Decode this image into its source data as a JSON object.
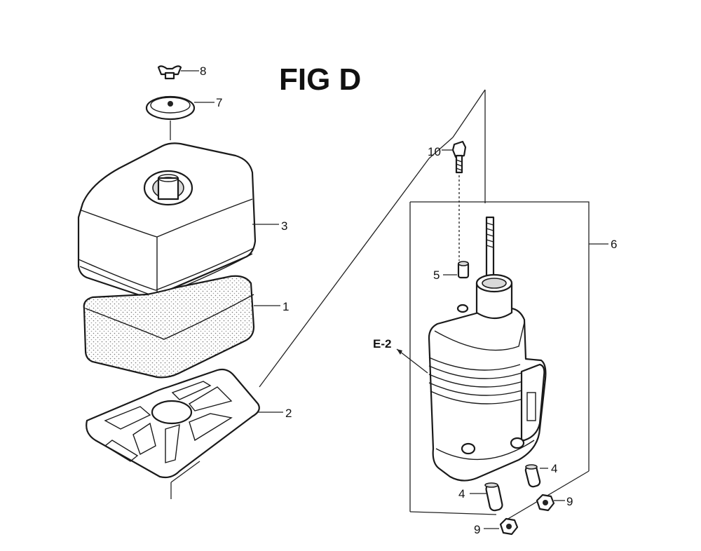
{
  "figure": {
    "title": "FIG D"
  },
  "callouts": {
    "c8": "8",
    "c7": "7",
    "c3": "3",
    "c1": "1",
    "c2": "2",
    "c10": "10",
    "c6": "6",
    "c5": "5",
    "e2": "E-2",
    "c4a": "4",
    "c4b": "4",
    "c9a": "9",
    "c9b": "9"
  }
}
